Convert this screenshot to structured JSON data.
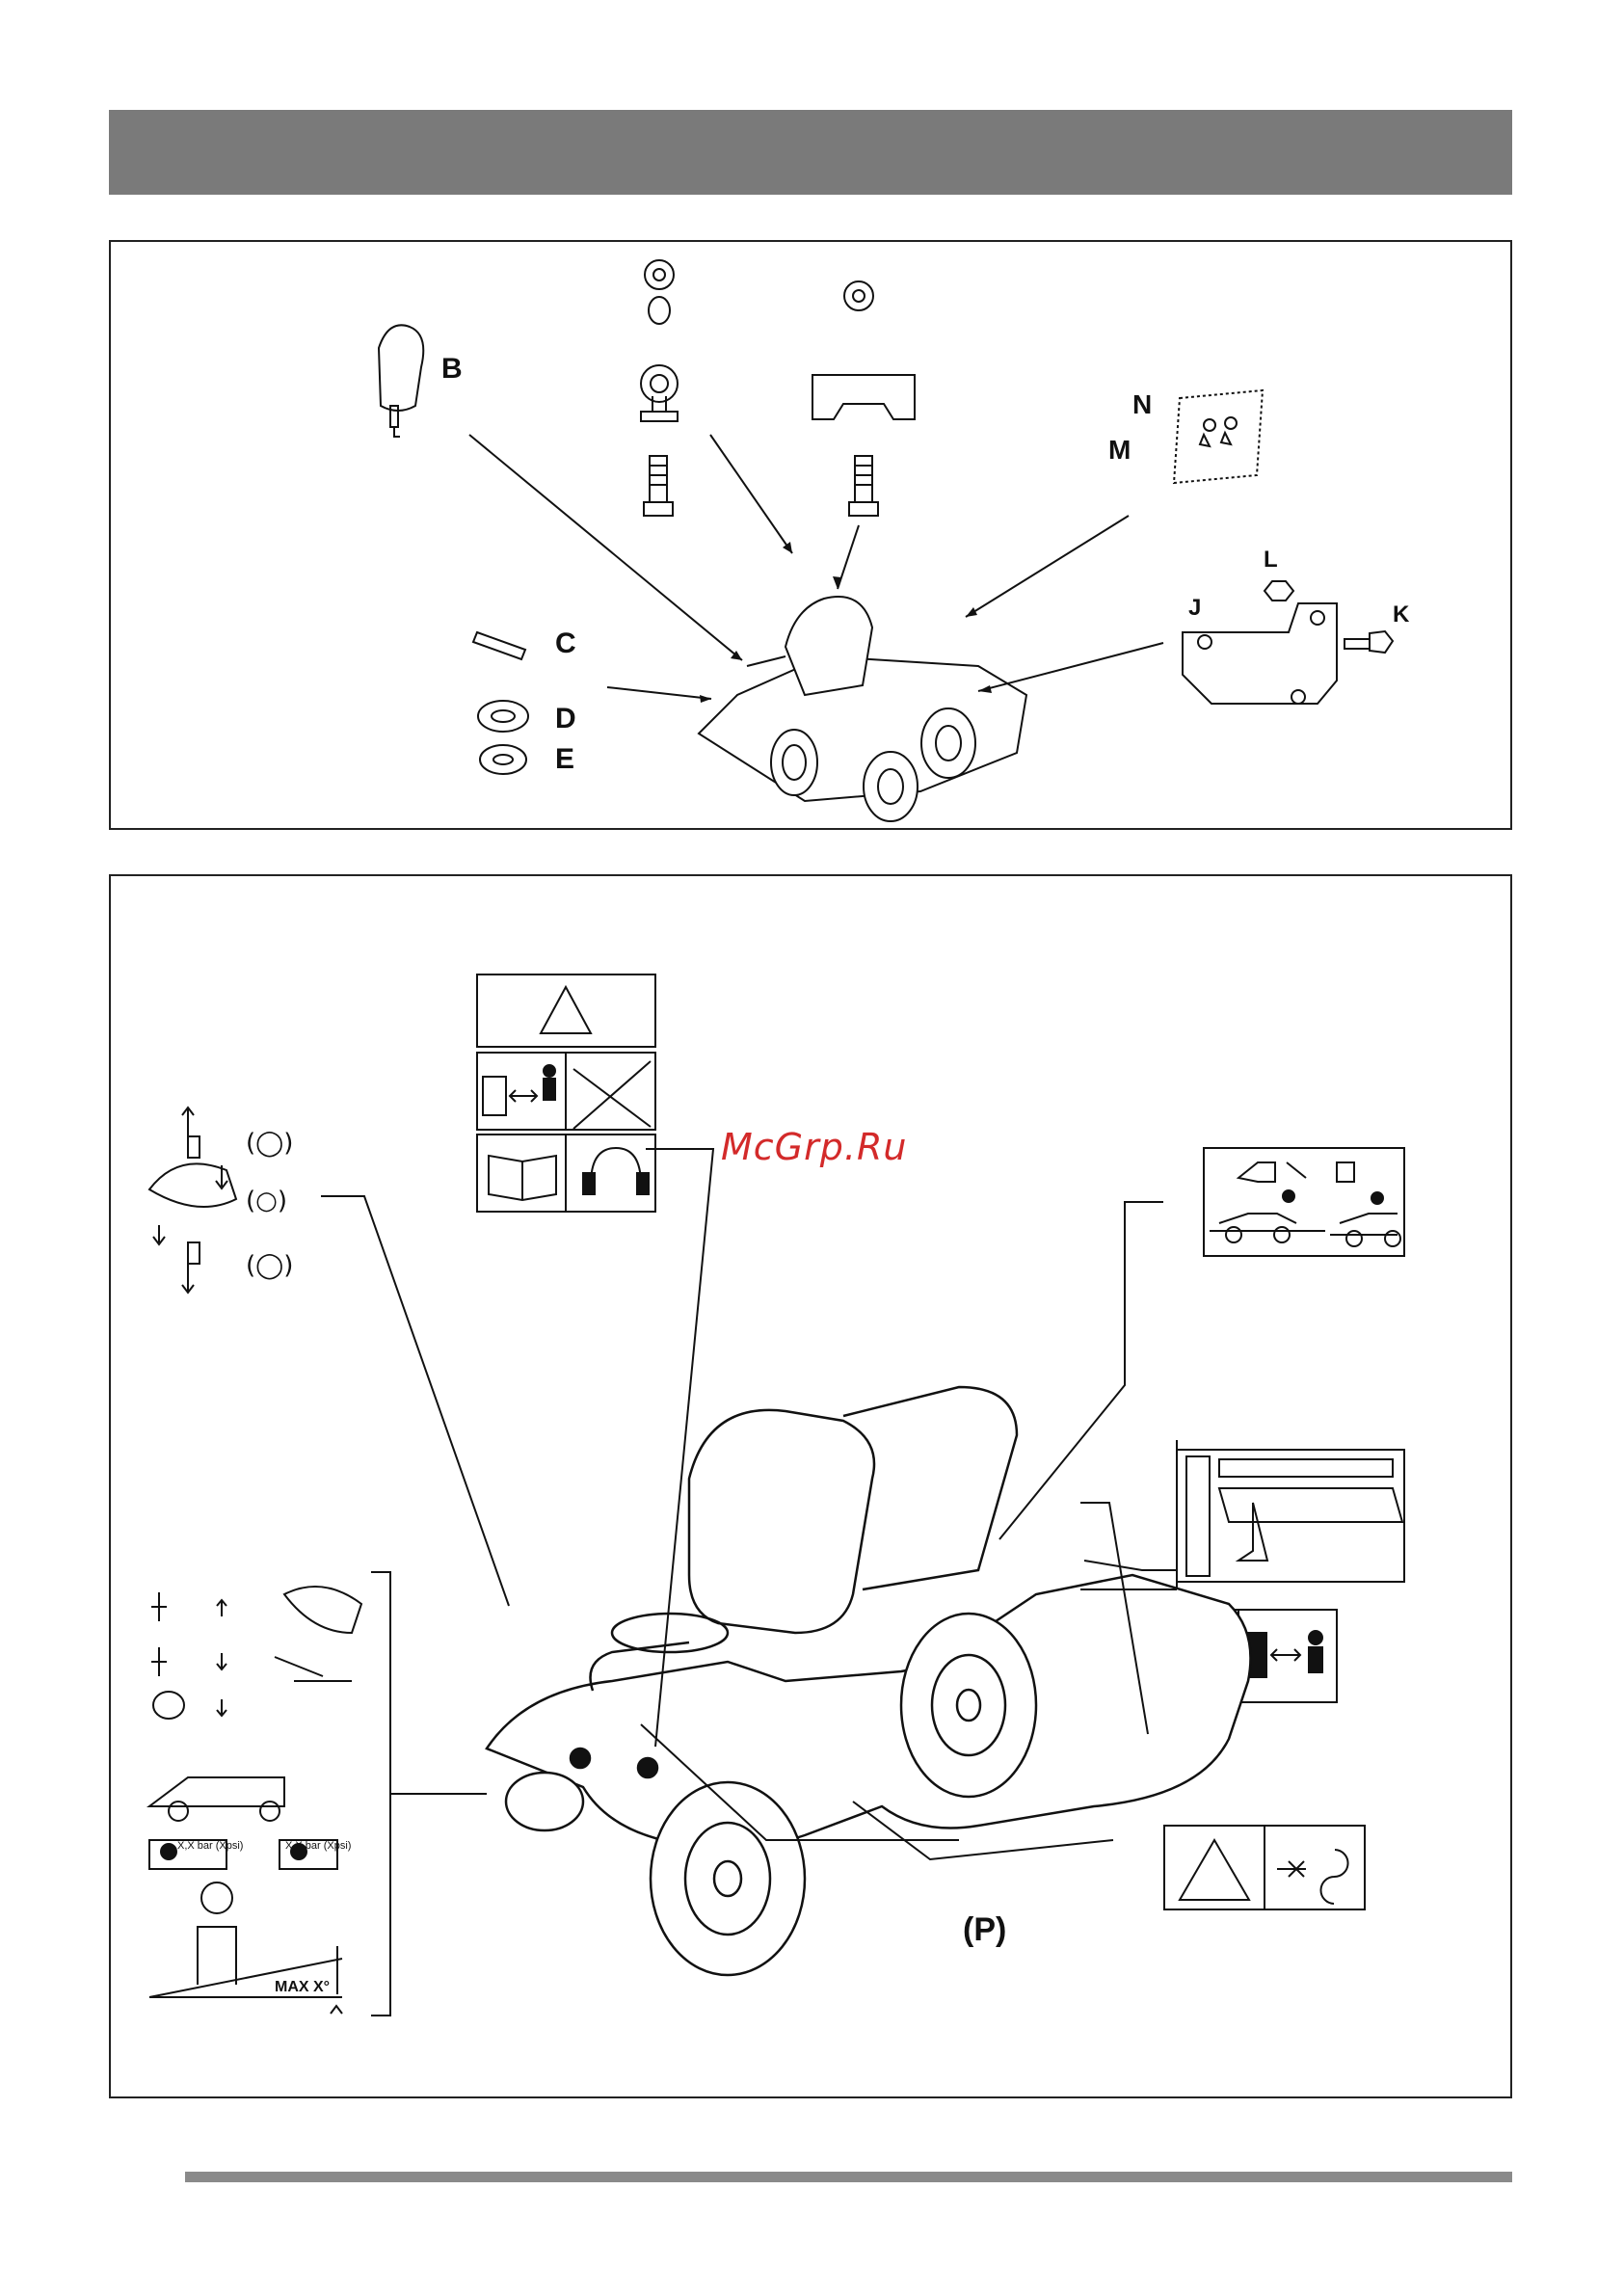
{
  "watermark": "McGrp.Ru",
  "parts": {
    "labels": {
      "b": "B",
      "c": "C",
      "d": "D",
      "e": "E",
      "j": "J",
      "k": "K",
      "l": "L",
      "m": "M",
      "n": "N"
    }
  },
  "decals": {
    "pressure_left": "X,X bar (Xpsi)",
    "pressure_right": "X,X bar (Xpsi)",
    "slope_max": "MAX X°",
    "parking": "(P)"
  },
  "colors": {
    "header_bar": "#7a7a7a",
    "footer_rule": "#8a8a8a",
    "watermark": "#d32a2a"
  },
  "icons": [
    "key-icon",
    "washer-icon",
    "spring-washer-icon",
    "spacer-icon",
    "bolt-icon",
    "pin-icon",
    "bracket-icon",
    "nut-icon",
    "warning-triangle-icon",
    "book-icon",
    "ear-protection-icon",
    "person-icon",
    "hand-crush-icon",
    "rotation-icon",
    "mower-tractor-icon"
  ]
}
